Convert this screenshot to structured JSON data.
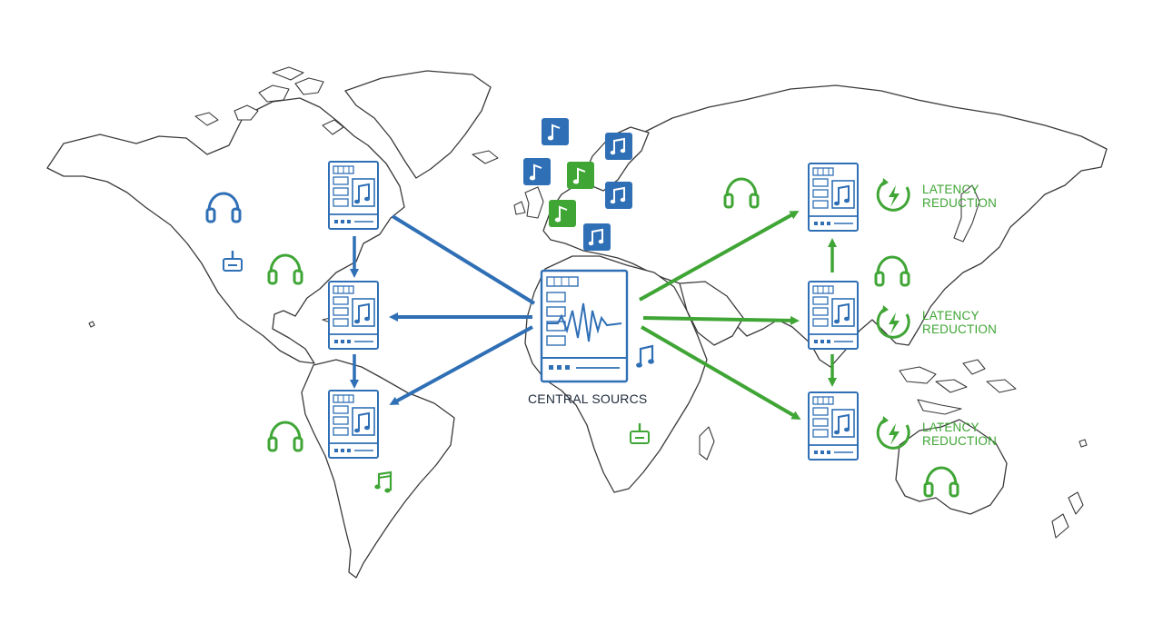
{
  "colors": {
    "blue": "#2f6fb5",
    "green": "#3fa535",
    "map_outline": "#3a3a3a",
    "background": "#ffffff",
    "label_text": "#1c2a3a"
  },
  "central_source": {
    "label": "CENTRAL SOURCS",
    "icon": "audio-server-icon"
  },
  "latency_labels": [
    {
      "line1": "LATENCY",
      "line2": "REDUCTION"
    },
    {
      "line1": "LATENCY",
      "line2": "REDUCTION"
    },
    {
      "line1": "LATENCY",
      "line2": "REDUCTION"
    }
  ],
  "edge_servers": [
    {
      "region": "north-america-north",
      "color": "blue",
      "icon": "music-server-icon"
    },
    {
      "region": "north-america-central",
      "color": "blue",
      "icon": "music-server-icon"
    },
    {
      "region": "south-america",
      "color": "blue",
      "icon": "music-server-icon"
    },
    {
      "region": "asia-north",
      "color": "blue",
      "icon": "music-server-icon"
    },
    {
      "region": "asia-central",
      "color": "blue",
      "icon": "music-server-icon"
    },
    {
      "region": "asia-south",
      "color": "blue",
      "icon": "music-server-icon"
    }
  ],
  "connections": {
    "blue": [
      "central-to-na-north",
      "central-to-na-central",
      "central-to-south-america",
      "na-north-to-na-central",
      "na-central-to-south-america"
    ],
    "green": [
      "central-to-asia-north",
      "central-to-asia-central",
      "central-to-asia-south",
      "asia-central-to-asia-north",
      "asia-central-to-asia-south"
    ]
  },
  "icons": [
    "headphones-icon",
    "music-note-icon",
    "joystick-icon",
    "lightning-icon"
  ]
}
